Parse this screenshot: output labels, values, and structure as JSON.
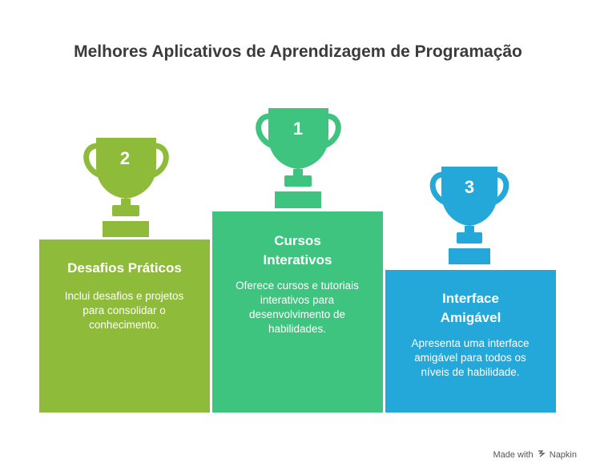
{
  "title": "Melhores Aplicativos de Aprendizagem de Programação",
  "colors": {
    "green_light": "#8fbb3b",
    "green": "#3ec47e",
    "blue": "#23a8d9",
    "text_white": "#ffffff",
    "title_text": "#3b3b3b"
  },
  "podium": [
    {
      "rank": "2",
      "title": "Desafios Práticos",
      "description": "Inclui desafios e projetos para consolidar o conhecimento."
    },
    {
      "rank": "1",
      "title": "Cursos Interativos",
      "description": "Oferece cursos e tutoriais interativos para desenvolvimento de habilidades."
    },
    {
      "rank": "3",
      "title": "Interface Amigável",
      "description": "Apresenta uma interface amigável para todos os níveis de habilidade."
    }
  ],
  "footer": {
    "made_with": "Made with",
    "brand": "Napkin",
    "icon": "napkin-logo-icon"
  }
}
